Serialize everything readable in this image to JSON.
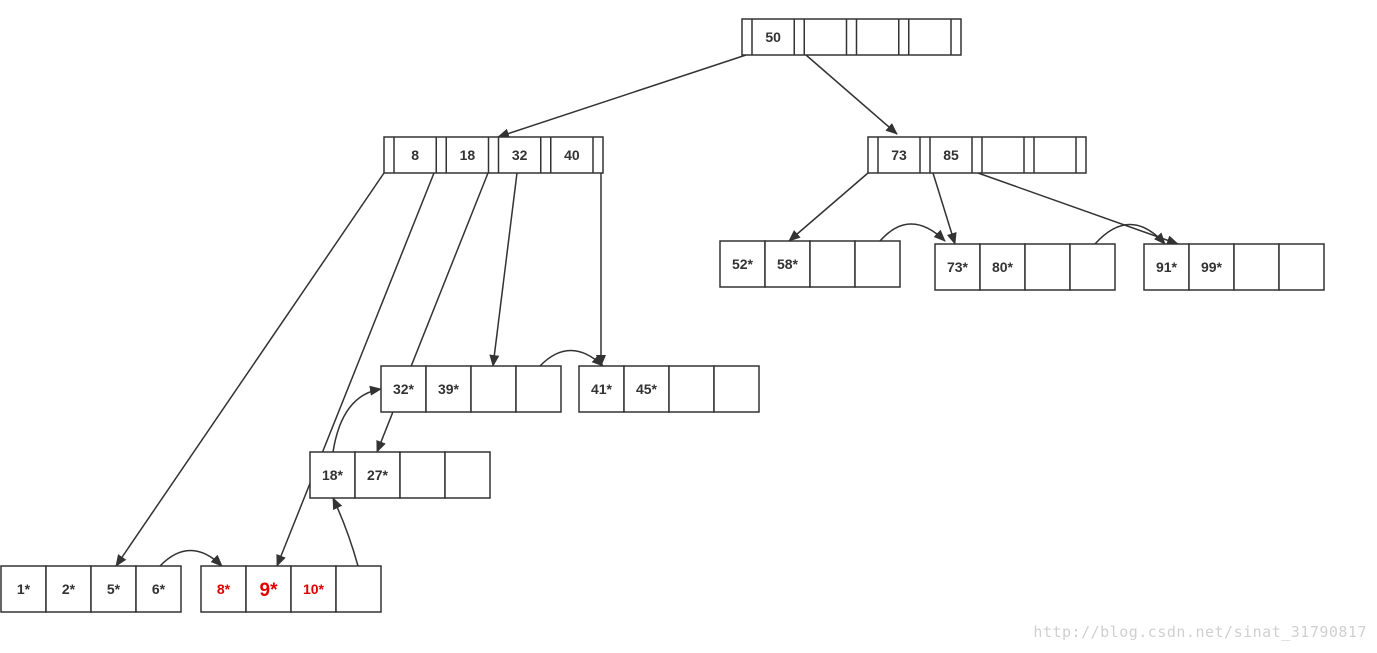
{
  "diagram": {
    "root": {
      "keys": [
        "50",
        "",
        "",
        ""
      ]
    },
    "internal_left": {
      "keys": [
        "8",
        "18",
        "32",
        "40"
      ]
    },
    "internal_right": {
      "keys": [
        "73",
        "85",
        "",
        ""
      ]
    },
    "leaves": {
      "leaf_1": {
        "keys": [
          "1*",
          "2*",
          "5*",
          "6*"
        ]
      },
      "leaf_8": {
        "keys": [
          "8*",
          "9*",
          "10*",
          ""
        ]
      },
      "leaf_18": {
        "keys": [
          "18*",
          "27*",
          "",
          ""
        ]
      },
      "leaf_32": {
        "keys": [
          "32*",
          "39*",
          "",
          ""
        ]
      },
      "leaf_41": {
        "keys": [
          "41*",
          "45*",
          "",
          ""
        ]
      },
      "leaf_52": {
        "keys": [
          "52*",
          "58*",
          "",
          ""
        ]
      },
      "leaf_73": {
        "keys": [
          "73*",
          "80*",
          "",
          ""
        ]
      },
      "leaf_91": {
        "keys": [
          "91*",
          "99*",
          "",
          ""
        ]
      }
    }
  },
  "colors": {
    "stroke": "#333333",
    "text": "#333333",
    "highlight": "#e00000"
  },
  "watermark": "http://blog.csdn.net/sinat_31790817"
}
